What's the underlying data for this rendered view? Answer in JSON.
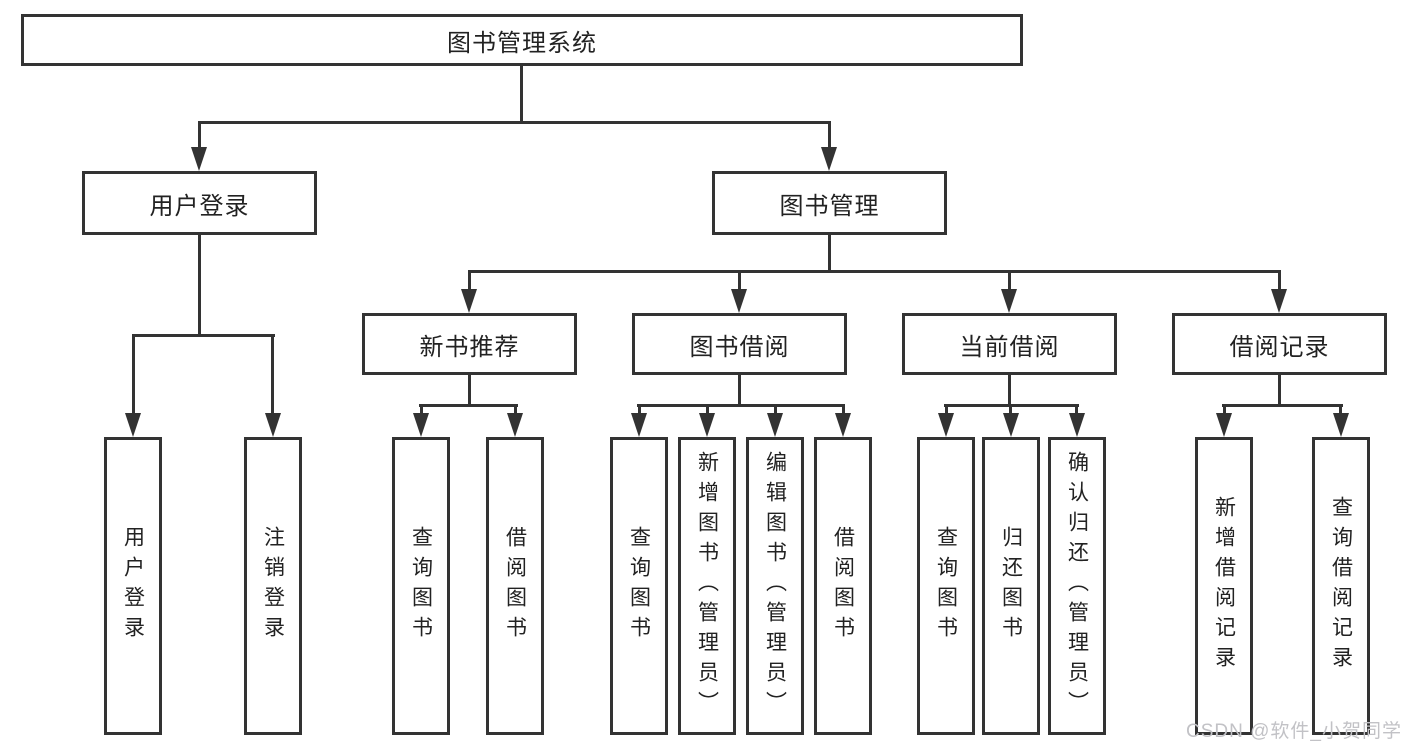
{
  "diagram_title": "图书管理系统",
  "level2": [
    "用户登录",
    "图书管理"
  ],
  "level3": [
    "新书推荐",
    "图书借阅",
    "当前借阅",
    "借阅记录"
  ],
  "leaves": [
    "用户登录",
    "注销登录",
    "查询图书",
    "借阅图书",
    "查询图书",
    "新增图书（管理员）",
    "编辑图书（管理员）",
    "借阅图书",
    "查询图书",
    "归还图书",
    "确认归还（管理员）",
    "新增借阅记录",
    "查询借阅记录"
  ],
  "watermark": "CSDN @软件_小贺同学",
  "colors": {
    "line": "#333333",
    "text": "#222222",
    "watermark": "#c2c2c6",
    "background": "#ffffff"
  }
}
